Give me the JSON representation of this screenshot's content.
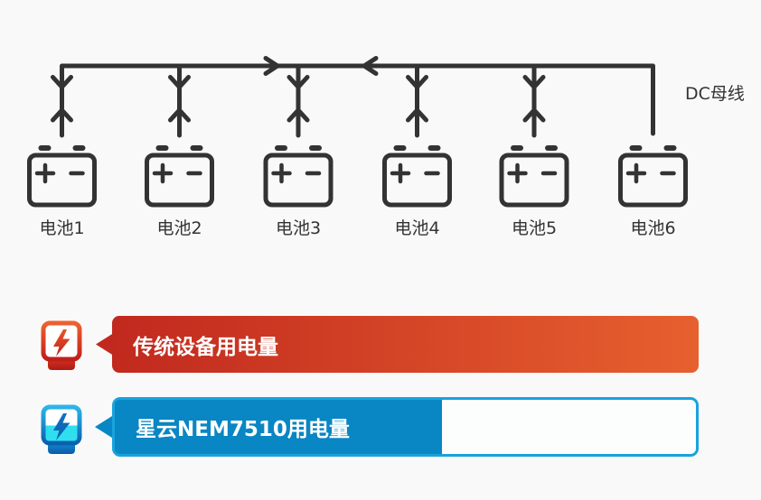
{
  "diagram": {
    "bus_label": "DC母线",
    "batteries": [
      {
        "label": "电池1"
      },
      {
        "label": "电池2"
      },
      {
        "label": "电池3"
      },
      {
        "label": "电池4"
      },
      {
        "label": "电池5"
      },
      {
        "label": "电池6"
      }
    ]
  },
  "legend": {
    "traditional": {
      "label": "传统设备用电量",
      "fill_percent": 100
    },
    "nebula": {
      "label": "星云NEM7510用电量",
      "fill_percent": 56.3
    }
  },
  "colors": {
    "red-dark": "#c1291e",
    "red-bright": "#e7602f",
    "blue-fill": "#0986c4",
    "blue-border": "#18a3dd",
    "cyan": "#31e0f0",
    "wire": "#333333",
    "text": "#333333",
    "background": "#f9f9f9"
  }
}
